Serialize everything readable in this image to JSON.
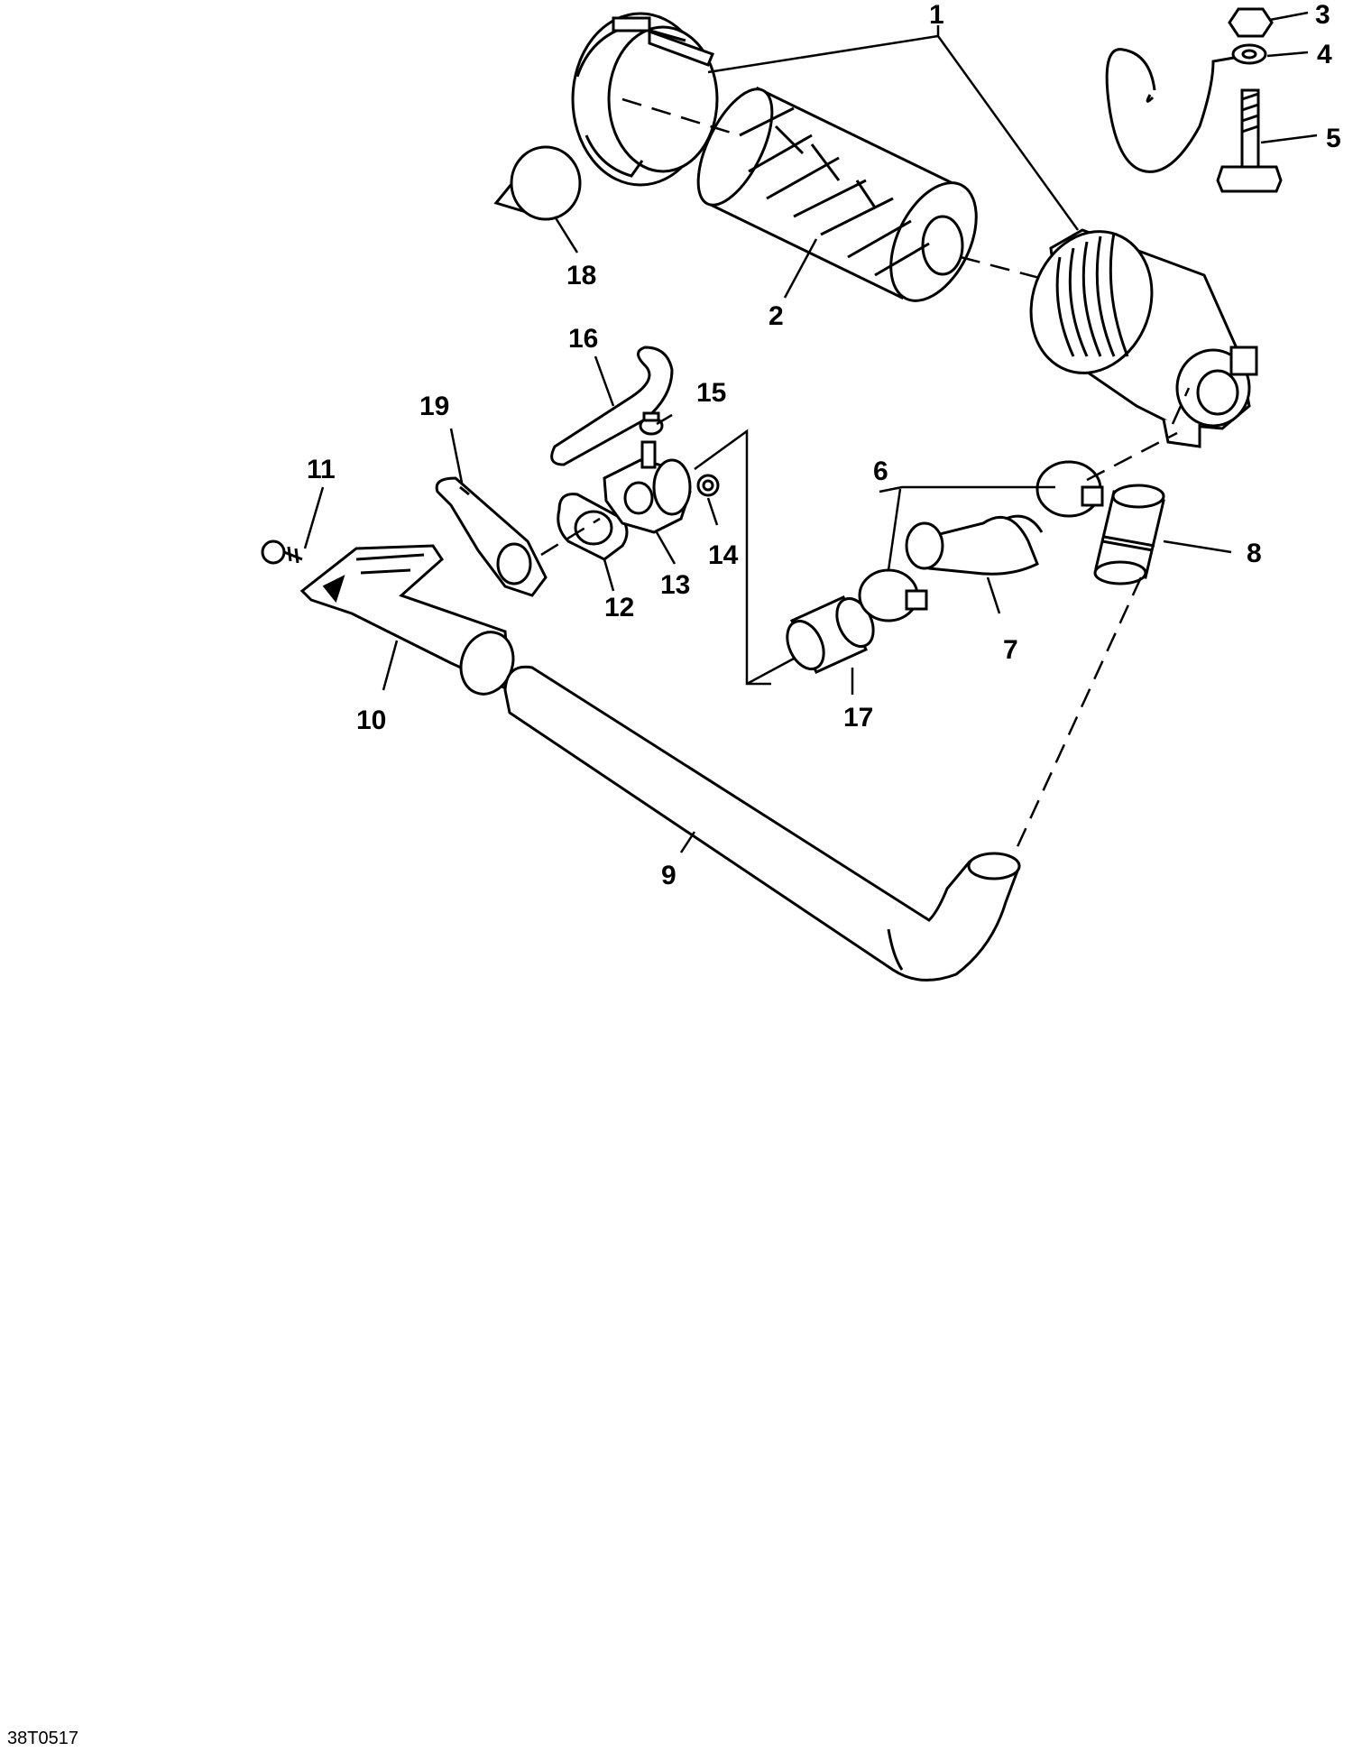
{
  "diagram": {
    "figure_code": "38T0517",
    "callouts": {
      "c1": "1",
      "c2": "2",
      "c3": "3",
      "c4": "4",
      "c5": "5",
      "c6": "6",
      "c7": "7",
      "c8": "8",
      "c9": "9",
      "c10": "10",
      "c11": "11",
      "c12": "12",
      "c13": "13",
      "c14": "14",
      "c15": "15",
      "c16": "16",
      "c17": "17",
      "c18": "18",
      "c19": "19"
    },
    "colors": {
      "ink": "#000000",
      "background": "#ffffff"
    }
  }
}
